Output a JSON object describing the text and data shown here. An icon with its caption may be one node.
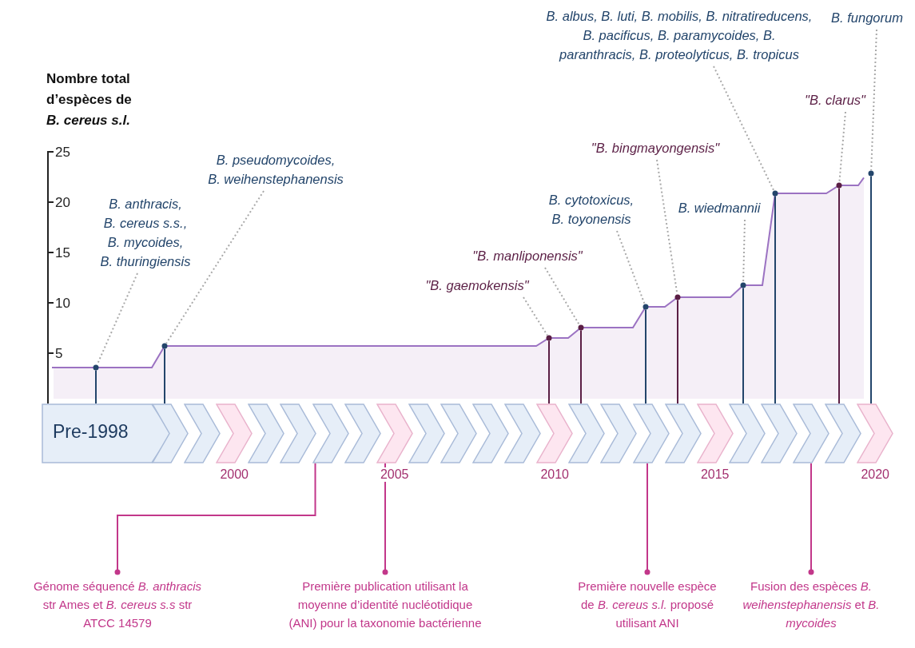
{
  "diagram": {
    "nodes": [
      {
        "text": [
          "Pre-1998"
        ]
      },
      {
        "text": [],
        "shape": "chevron"
      },
      {
        "text": [],
        "shape": "chevron"
      },
      {
        "text": [],
        "shape": "chevron",
        "beside": [
          "2000"
        ]
      },
      {
        "text": [],
        "shape": "chevron"
      },
      {
        "text": [],
        "shape": "chevron"
      },
      {
        "text": [],
        "shape": "chevron"
      },
      {
        "text": [],
        "shape": "chevron"
      },
      {
        "text": [],
        "shape": "chevron",
        "beside": [
          "2005"
        ]
      },
      {
        "text": [],
        "shape": "chevron"
      },
      {
        "text": [],
        "shape": "chevron"
      },
      {
        "text": [],
        "shape": "chevron"
      },
      {
        "text": [],
        "shape": "chevron"
      },
      {
        "text": [],
        "shape": "chevron",
        "beside": [
          "2010"
        ]
      },
      {
        "text": [],
        "shape": "chevron"
      },
      {
        "text": [],
        "shape": "chevron"
      },
      {
        "text": [],
        "shape": "chevron"
      },
      {
        "text": [],
        "shape": "chevron"
      },
      {
        "text": [],
        "shape": "chevron",
        "beside": [
          "2015"
        ]
      },
      {
        "text": [],
        "shape": "chevron"
      },
      {
        "text": [],
        "shape": "chevron"
      },
      {
        "text": [],
        "shape": "chevron"
      },
      {
        "text": [],
        "shape": "chevron"
      },
      {
        "text": [],
        "shape": "chevron",
        "beside": [
          "2020"
        ]
      },
      {
        "text": [
          "B. anthracis, B. cereus s.s., B. mycoides, B. thuringiensis"
        ]
      },
      {
        "text": [
          "B. pseudomycoides, B. weihenstephanensis"
        ]
      },
      {
        "text": [
          "\"B. gaemokensis\""
        ]
      },
      {
        "text": [
          "\"B. manliponensis\""
        ]
      },
      {
        "text": [
          "B. cytotoxicus, B. toyonensis"
        ]
      },
      {
        "text": [
          "\"B. bingmayongensis\""
        ]
      },
      {
        "text": [
          "B. wiedmannii"
        ]
      },
      {
        "text": [
          "B. albus, B. luti, B. mobilis, B. nitratireducens, B. pacificus, B. paramycoides, B. paranthracis, B. proteolyticus, B. tropicus"
        ]
      },
      {
        "text": [
          "\"B. clarus\""
        ]
      },
      {
        "text": [
          "B. fungorum"
        ]
      },
      {
        "text": [],
        "shape": "circle"
      },
      {
        "text": [],
        "shape": "circle"
      },
      {
        "text": [],
        "shape": "circle"
      },
      {
        "text": [],
        "shape": "circle"
      },
      {
        "text": [],
        "shape": "circle"
      },
      {
        "text": [],
        "shape": "circle"
      },
      {
        "text": [],
        "shape": "circle"
      },
      {
        "text": [],
        "shape": "circle"
      },
      {
        "text": [],
        "shape": "circle"
      },
      {
        "text": [],
        "shape": "circle"
      },
      {
        "text": [
          "Génome séquencé *B. anthracis* str Ames et *B. cereus s.s* str ATCC 14579"
        ]
      },
      {
        "text": [
          "Première publication utilisant la moyenne d’identité nucléotidique (ANI) pour la taxonomie bactérienne"
        ]
      },
      {
        "text": [
          "Première nouvelle espèce de *B. cereus s.l.* proposé utilisant ANI"
        ]
      },
      {
        "text": [
          "Fusion des espèces *B. weihenstephanensis* et *B. mycoides*"
        ]
      }
    ],
    "edges": [
      {
        "from": 24,
        "to": 34,
        "arrow": "none",
        "style": "dashed"
      },
      {
        "from": 25,
        "to": 35,
        "arrow": "none",
        "style": "dashed"
      },
      {
        "from": 26,
        "to": 36,
        "arrow": "none",
        "style": "dashed"
      },
      {
        "from": 27,
        "to": 37,
        "arrow": "none",
        "style": "dashed"
      },
      {
        "from": 28,
        "to": 38,
        "arrow": "none",
        "style": "dashed"
      },
      {
        "from": 29,
        "to": 39,
        "arrow": "none",
        "style": "dashed"
      },
      {
        "from": 30,
        "to": 40,
        "arrow": "none",
        "style": "dashed"
      },
      {
        "from": 31,
        "to": 41,
        "arrow": "none",
        "style": "dashed"
      },
      {
        "from": 32,
        "to": 42,
        "arrow": "none",
        "style": "dashed"
      },
      {
        "from": 33,
        "to": 43,
        "arrow": "none",
        "style": "dashed"
      },
      {
        "from": 6,
        "to": 44,
        "arrow": "other",
        "color": "#c2378a"
      },
      {
        "from": 8,
        "to": 45,
        "arrow": "other",
        "color": "#c2378a"
      },
      {
        "from": 16,
        "to": 46,
        "arrow": "other",
        "color": "#c2378a"
      },
      {
        "from": 21,
        "to": 47,
        "arrow": "other",
        "color": "#c2378a"
      },
      {
        "from": 34,
        "to": 0,
        "arrow": "none",
        "color": "#23456b"
      },
      {
        "from": 35,
        "to": 1,
        "arrow": "none",
        "color": "#23456b"
      },
      {
        "from": 36,
        "to": 13,
        "arrow": "none",
        "color": "#5b1f45"
      },
      {
        "from": 37,
        "to": 14,
        "arrow": "none",
        "color": "#5b1f45"
      },
      {
        "from": 38,
        "to": 16,
        "arrow": "none",
        "color": "#23456b"
      },
      {
        "from": 39,
        "to": 17,
        "arrow": "none",
        "color": "#5b1f45"
      },
      {
        "from": 40,
        "to": 19,
        "arrow": "none",
        "color": "#23456b"
      },
      {
        "from": 41,
        "to": 20,
        "arrow": "none",
        "color": "#23456b"
      },
      {
        "from": 42,
        "to": 22,
        "arrow": "none",
        "color": "#5b1f45"
      },
      {
        "from": 43,
        "to": 23,
        "arrow": "none",
        "color": "#23456b"
      }
    ],
    "labels": [
      "Nombre total d’espèces de *B. cereus s.l.*",
      "25",
      "20",
      "15",
      "10",
      "5"
    ]
  }
}
